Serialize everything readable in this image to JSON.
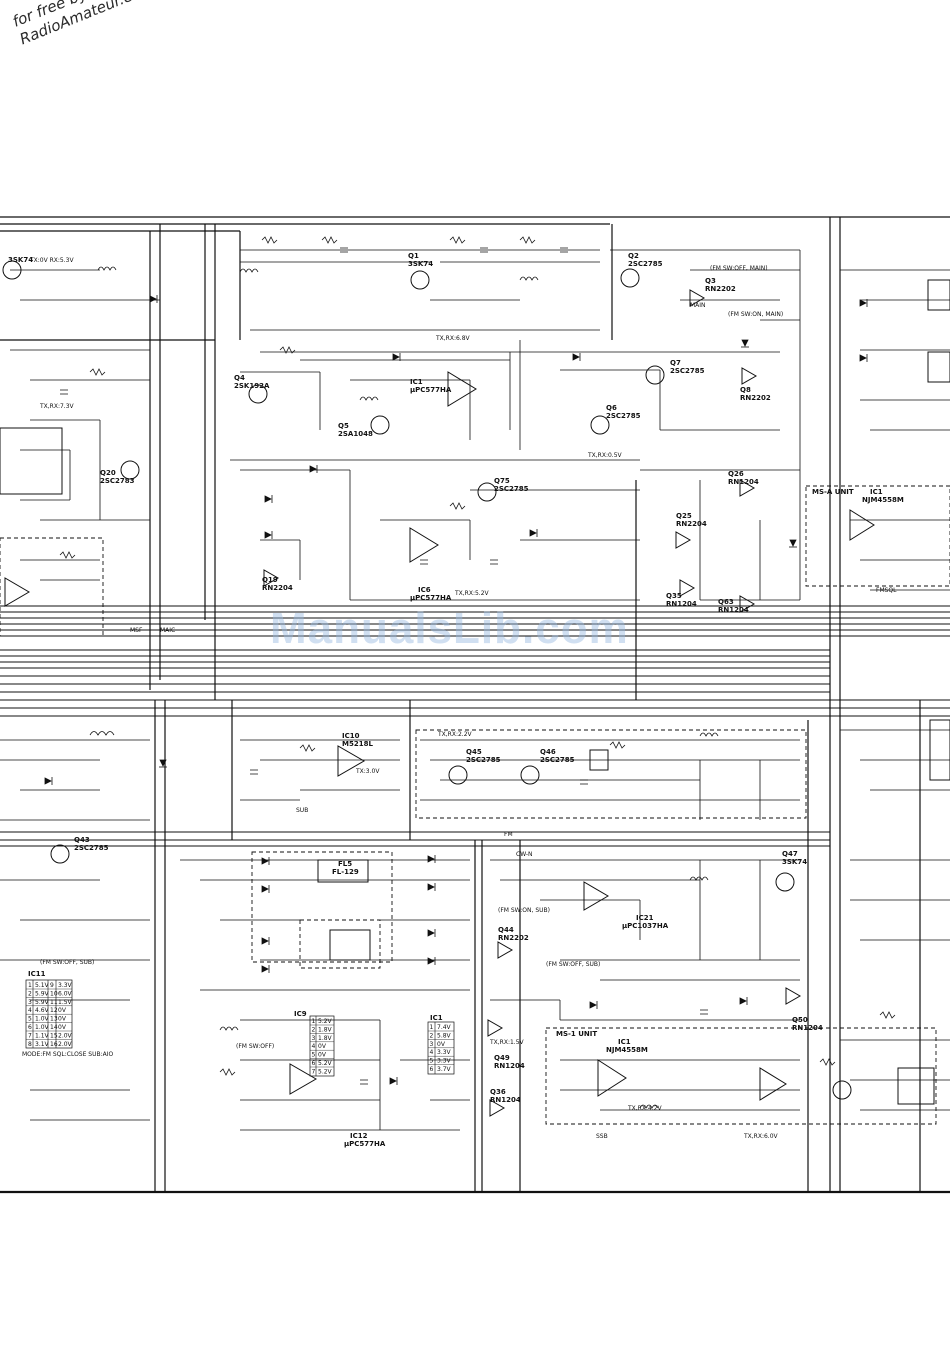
{
  "watermark": {
    "corner_line1": "for free by",
    "corner_line2": "RadioAmateur.eu",
    "center": "ManualsLib.com"
  },
  "colors": {
    "ink": "#111111",
    "watermark_blue": "#9cb9e1"
  },
  "transistors": [
    {
      "ref": "Q1",
      "part": "3SK74"
    },
    {
      "ref": "Q2",
      "part": "2SC2785"
    },
    {
      "ref": "Q3",
      "part": "RN2202"
    },
    {
      "ref": "Q4",
      "part": "2SK192A"
    },
    {
      "ref": "Q5",
      "part": "2SA1048"
    },
    {
      "ref": "Q6",
      "part": "2SC2785"
    },
    {
      "ref": "Q7",
      "part": "2SC2785"
    },
    {
      "ref": "Q8",
      "part": "RN2202"
    },
    {
      "ref": "Q19",
      "part": "RN2204"
    },
    {
      "ref": "Q20",
      "part": "2SC2783"
    },
    {
      "ref": "Q25",
      "part": "RN2204"
    },
    {
      "ref": "Q26",
      "part": "RN1204"
    },
    {
      "ref": "Q35",
      "part": "RN1204"
    },
    {
      "ref": "Q43",
      "part": "2SC2785"
    },
    {
      "ref": "Q44",
      "part": "RN2202"
    },
    {
      "ref": "Q45",
      "part": "2SC2785"
    },
    {
      "ref": "Q46",
      "part": "2SC2785"
    },
    {
      "ref": "Q47",
      "part": "3SK74"
    },
    {
      "ref": "Q49",
      "part": "RN1204"
    },
    {
      "ref": "Q50",
      "part": "RN1204"
    },
    {
      "ref": "Q63",
      "part": "RN1204"
    },
    {
      "ref": "Q75",
      "part": "2SC2785"
    },
    {
      "ref": "Q36",
      "part": "RN1204"
    }
  ],
  "ics": [
    {
      "ref": "IC1",
      "part": "µPC577HA"
    },
    {
      "ref": "IC6",
      "part": "µPC577HA"
    },
    {
      "ref": "IC10",
      "part": "M5218L"
    },
    {
      "ref": "IC12",
      "part": "µPC577HA"
    },
    {
      "ref": "IC21",
      "part": "µPC1037HA"
    }
  ],
  "units": [
    {
      "label": "MS-A UNIT",
      "ic": "IC1",
      "part": "NJM4558M"
    },
    {
      "label": "MS-1 UNIT",
      "ic": "IC1",
      "part": "NJM4558M"
    }
  ],
  "filters": [
    {
      "ref": "FL5",
      "part": "FL-129"
    }
  ],
  "rails": [
    "TX,RX:7.3V",
    "TX,RX:0.5V",
    "TX,RX:6.8V",
    "TX,RX:5.2V",
    "TX:3.0V",
    "TX,RX:4.2V",
    "TX,RX:2.2V",
    "TX,RX:1.5V",
    "TX,RX:6.0V"
  ],
  "signals": [
    "FM",
    "MAIN",
    "SUB",
    "CW-N",
    "MAIC",
    "MSF",
    "FMSQL",
    "SSB"
  ],
  "table_ic11": {
    "title": "IC11",
    "rows": [
      [
        "1",
        "5.1V",
        "9",
        "3.3V"
      ],
      [
        "2",
        "5.9V",
        "10",
        "6.0V"
      ],
      [
        "3",
        "5.9V",
        "11",
        "1.5V"
      ],
      [
        "4",
        "4.6V",
        "12",
        "0V"
      ],
      [
        "5",
        "1.0V",
        "13",
        "0V"
      ],
      [
        "6",
        "1.0V",
        "14",
        "0V"
      ],
      [
        "7",
        "1.1V",
        "15",
        "2.0V"
      ],
      [
        "8",
        "3.1V",
        "16",
        "2.0V"
      ]
    ],
    "footer": "MODE:FM SQL:CLOSE SUB:AIO"
  },
  "table_ic9": {
    "title": "IC9",
    "rows": [
      [
        "1",
        "5.2V"
      ],
      [
        "2",
        "1.8V"
      ],
      [
        "3",
        "1.8V"
      ],
      [
        "4",
        "0V"
      ],
      [
        "5",
        "0V"
      ],
      [
        "6",
        "5.2V"
      ],
      [
        "7",
        "5.2V"
      ]
    ]
  },
  "table_ic1": {
    "title": "IC1",
    "rows": [
      [
        "1",
        "7.4V"
      ],
      [
        "2",
        "5.8V"
      ],
      [
        "3",
        "0V"
      ],
      [
        "4",
        "3.3V"
      ],
      [
        "5",
        "3.3V"
      ],
      [
        "6",
        "3.7V"
      ]
    ]
  },
  "notes": {
    "top_left": "TX:0V RX:5.3V",
    "side_top": "(FM SW:OFF, MAIN)",
    "side_bottom": "(FM SW:ON, MAIN)",
    "bottom_left": "(FM SW:OFF, SUB)",
    "bottom_mid": "(FM SW:ON, SUB)",
    "fm_sw_off": "(FM SW:OFF)",
    "fm_sw_off_sub": "(FM SW:OFF, SUB)"
  }
}
